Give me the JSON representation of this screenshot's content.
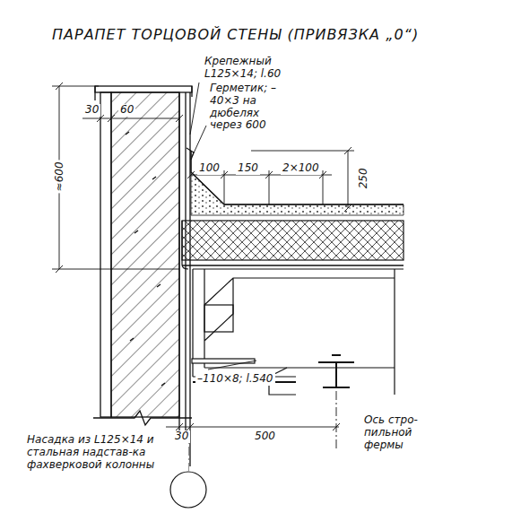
{
  "diagram": {
    "title": "ПАРАПЕТ ТОРЦОВОЙ СТЕНЫ (ПРИВЯЗКА „0“)",
    "labels": [
      "Крепежный L125×14; l.60",
      "Герметик; –40×3 на дюбелях через 600",
      "30",
      "60",
      "≈600",
      "100",
      "150",
      "2×100",
      "250",
      "–110×8; l.540",
      "Насадка из L125×14 и стальная надстав-ка фахверковой колонны",
      "30",
      "500",
      "Ось стро-пильной фермы"
    ]
  }
}
